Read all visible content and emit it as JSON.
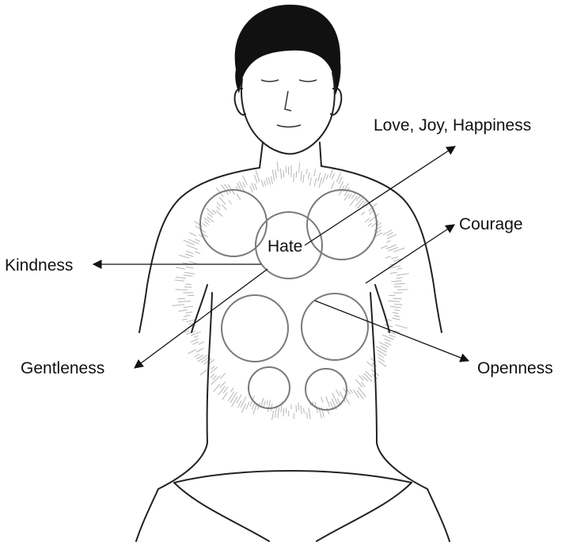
{
  "labels": {
    "hate": "Hate",
    "love_joy_happiness": "Love, Joy, Happiness",
    "courage": "Courage",
    "kindness": "Kindness",
    "gentleness": "Gentleness",
    "openness": "Openness"
  },
  "colors": {
    "ink": "#111111",
    "chakra_ring": "#7a7a7a",
    "aura": "#b5b5b5",
    "background": "#ffffff"
  }
}
